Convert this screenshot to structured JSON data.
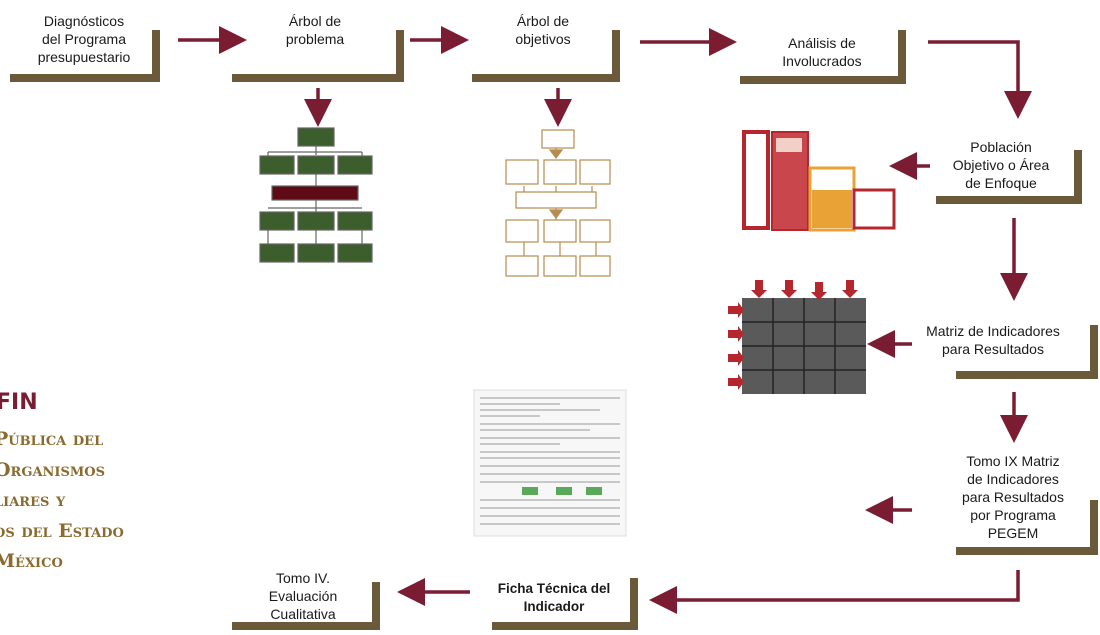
{
  "colors": {
    "arrow": "#7a1d33",
    "bracket": "#6b5a3a",
    "green": "#3b5e2c",
    "maroon": "#5e0b16",
    "beige": "#b88c4e",
    "red": "#b5262d",
    "orange": "#e8a235",
    "gray": "#555555"
  },
  "steps": {
    "diagnosticos": "Diagnósticos\ndel Programa\npresupuestario",
    "arbol_problema": "Árbol de\nproblema",
    "arbol_objetivos": "Árbol de\nobjetivos",
    "analisis": "Análisis de\nInvolucrados",
    "poblacion": "Población\nObjetivo o Área\nde Enfoque",
    "matriz": "Matriz de Indicadores\npara Resultados",
    "tomo_ix": "Tomo IX Matriz\nde Indicadores\npara Resultados\npor Programa\nPEGEM",
    "ficha": "Ficha Técnica del\nIndicador",
    "tomo_iv": "Tomo IV.\nEvaluación\nCualitativa"
  },
  "side": {
    "fin": "FIN",
    "line1": "Pública del",
    "line2": "Organismos",
    "line3": "liares y",
    "line4": "os del Estado",
    "line5": "México"
  },
  "icons": [
    "problem-tree-icon",
    "objective-tree-icon",
    "population-chart-icon",
    "indicator-matrix-icon",
    "document-thumbnail-icon"
  ]
}
